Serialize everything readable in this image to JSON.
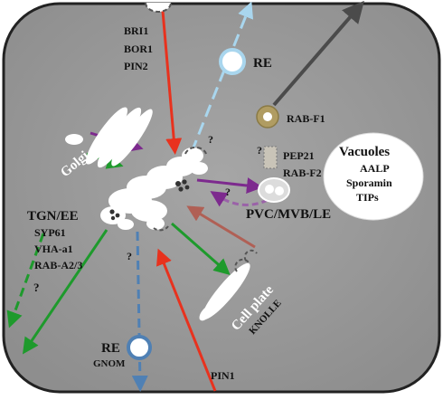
{
  "labels": {
    "cargo_top": [
      "BRI1",
      "BOR1",
      "PIN2"
    ],
    "re_top": "RE",
    "rab_f1": "RAB-F1",
    "pep21": "PEP21",
    "rab_f2": "RAB-F2",
    "vacuoles_title": "Vacuoles",
    "vacuole_cargo": [
      "AALP",
      "Sporamin",
      "TIPs"
    ],
    "pvc": "PVC/MVB/LE",
    "golgi": "Golgi",
    "tgn_title": "TGN/EE",
    "tgn_items": [
      "SYP61",
      "VHA-a1",
      "RAB-A2/3"
    ],
    "cell_plate": "Cell plate",
    "knolle": "KNOLLE",
    "re_bottom": "RE",
    "gnom": "GNOM",
    "pin1": "PIN1",
    "unknown": "?"
  },
  "colors": {
    "cell": "#9b9b9b",
    "red_arrow": "#e8321e",
    "light_blue": "#a9d6ee",
    "dark_gray": "#4b4b4b",
    "purple": "#7d2a8e",
    "green": "#1e9a2c",
    "brown": "#b06055",
    "steel_blue": "#4f80b4",
    "rab_f1_body": "#b09c62"
  }
}
